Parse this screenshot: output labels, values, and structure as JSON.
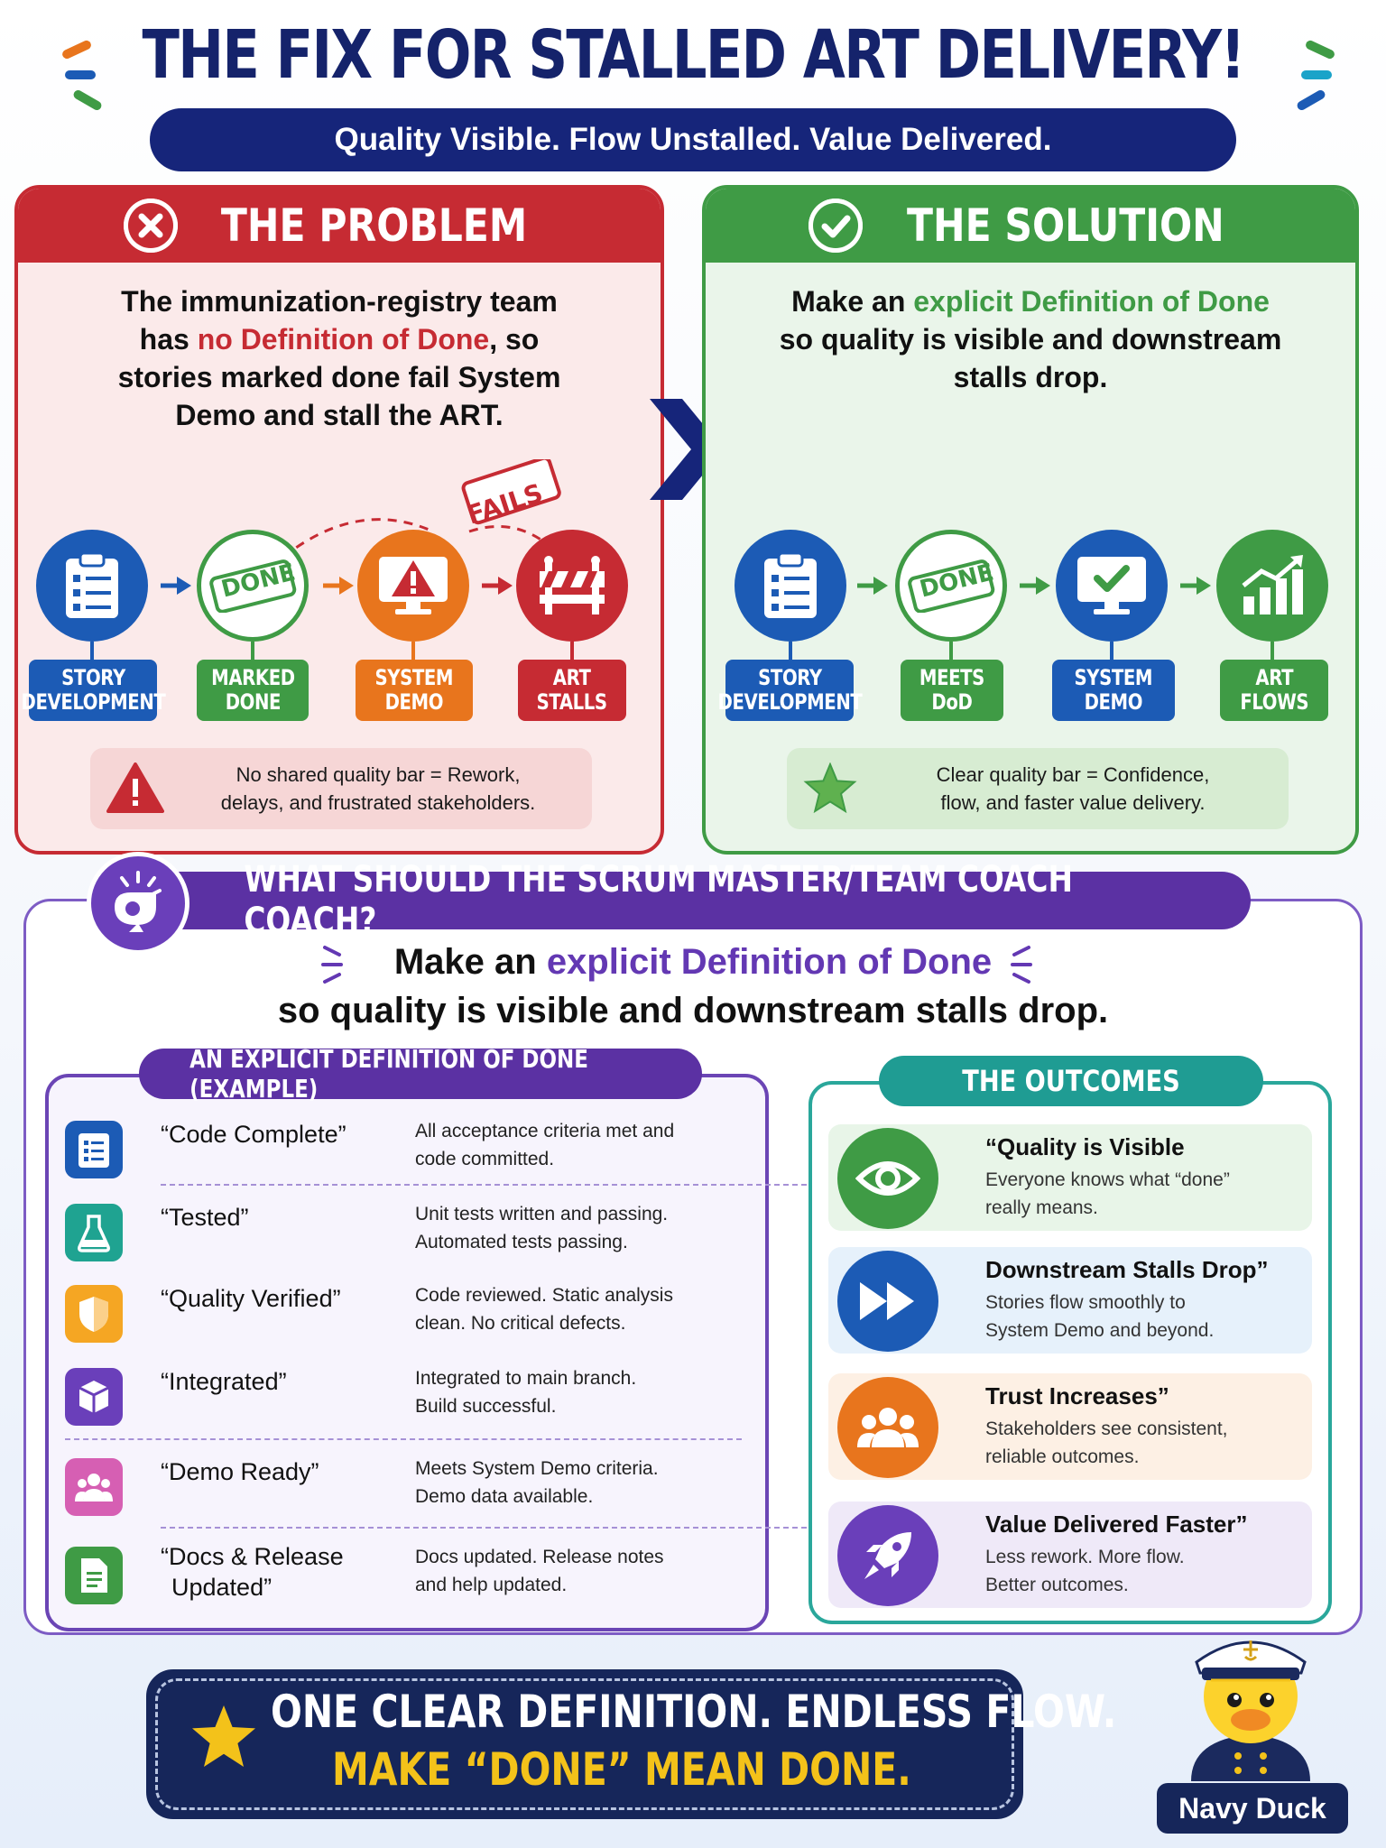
{
  "header": {
    "title": "THE FIX FOR STALLED ART DELIVERY!",
    "subtitle": "Quality Visible. Flow Unstalled. Value Delivered."
  },
  "problem": {
    "heading": "THE PROBLEM",
    "desc_1": "The immunization-registry team has ",
    "desc_highlight": "no Definition of Done",
    "desc_2": ", so stories marked done fail System Demo and stall the ART.",
    "fails_stamp": "FAILS",
    "done_stamp": "DONE",
    "steps": [
      "STORY\nDEVELOPMENT",
      "MARKED\nDONE",
      "SYSTEM\nDEMO",
      "ART\nSTALLS"
    ],
    "note_1": "No shared quality bar = Rework,",
    "note_2": "delays, and frustrated stakeholders."
  },
  "solution": {
    "heading": "THE SOLUTION",
    "desc_1": "Make an ",
    "desc_highlight": "explicit Definition of Done",
    "desc_2": " so quality is visible and downstream stalls drop.",
    "done_stamp": "DONE",
    "steps": [
      "STORY\nDEVELOPMENT",
      "MEETS\nDoD",
      "SYSTEM\nDEMO",
      "ART\nFLOWS"
    ],
    "note_1": "Clear quality bar = Confidence,",
    "note_2": "flow, and faster value delivery."
  },
  "coach": {
    "banner": "WHAT SHOULD THE SCRUM MASTER/TEAM COACH COACH?",
    "line1_a": "Make an ",
    "line1_highlight": "explicit Definition of Done",
    "line2": "so quality is visible and downstream stalls drop."
  },
  "dod": {
    "title": "AN EXPLICIT DEFINITION OF DONE (EXAMPLE)",
    "items": [
      {
        "name": "“Code Complete”",
        "desc_1": "All acceptance criteria met and",
        "desc_2": "code committed."
      },
      {
        "name": "“Tested”",
        "desc_1": "Unit tests written and passing.",
        "desc_2": "Automated tests passing."
      },
      {
        "name": "“Quality Verified”",
        "desc_1": "Code reviewed. Static analysis",
        "desc_2": "clean. No critical defects."
      },
      {
        "name": "“Integrated”",
        "desc_1": "Integrated to main branch.",
        "desc_2": "Build successful."
      },
      {
        "name": "“Demo Ready”",
        "desc_1": "Meets System Demo criteria.",
        "desc_2": "Demo data available."
      },
      {
        "name_1": "“Docs & Release",
        "name_2": "Updated”",
        "desc_1": "Docs updated. Release notes",
        "desc_2": "and help updated."
      }
    ]
  },
  "outcomes": {
    "title": "THE OUTCOMES",
    "items": [
      {
        "head": "“Quality is Visible",
        "sub_1": "Everyone knows what “done”",
        "sub_2": "really means."
      },
      {
        "head": "Downstream Stalls Drop”",
        "sub_1": "Stories flow smoothly to",
        "sub_2": "System Demo and beyond."
      },
      {
        "head": "Trust Increases”",
        "sub_1": "Stakeholders see consistent,",
        "sub_2": "reliable outcomes."
      },
      {
        "head": "Value Delivered Faster”",
        "sub_1": "Less rework. More flow.",
        "sub_2": "Better outcomes."
      }
    ]
  },
  "footer": {
    "line1": "ONE CLEAR DEFINITION. ENDLESS FLOW.",
    "line2": "MAKE “DONE” MEAN DONE."
  },
  "brand": "Navy Duck",
  "colors": {
    "navy": "#16257a",
    "red": "#c62b33",
    "green": "#3f9b45",
    "purple": "#5b31a3",
    "teal": "#1f9c93",
    "orange": "#e8751d",
    "blue": "#1c5bb5",
    "gold": "#f3c21a"
  },
  "icons": {
    "problem_steps": [
      "clipboard-icon",
      "done-stamp-icon",
      "monitor-alert-icon",
      "barrier-icon"
    ],
    "solution_steps": [
      "clipboard-icon",
      "done-stamp-icon",
      "monitor-check-icon",
      "growth-chart-icon"
    ],
    "dod": [
      "checklist-icon",
      "flask-icon",
      "shield-icon",
      "cube-icon",
      "people-icon",
      "document-icon"
    ],
    "outcomes": [
      "eye-icon",
      "fast-forward-icon",
      "group-icon",
      "rocket-icon"
    ]
  }
}
